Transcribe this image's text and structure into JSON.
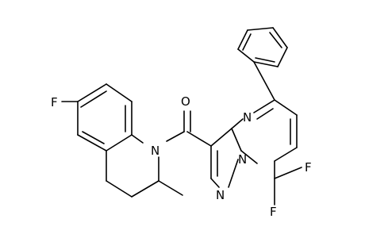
{
  "molecule": {
    "atoms": {
      "fluorine_ring": "F",
      "nitrogen_amide": "N",
      "oxygen_carbonyl": "O",
      "nitrogen_pyrimidine": "N",
      "nitrogen_bridge": "N",
      "nitrogen_pyrazole": "N",
      "fluorine_difluoro_top": "F",
      "fluorine_difluoro_bottom": "F"
    }
  },
  "colors": {
    "bond": "#000000",
    "label": "#000000",
    "background": "#ffffff"
  }
}
